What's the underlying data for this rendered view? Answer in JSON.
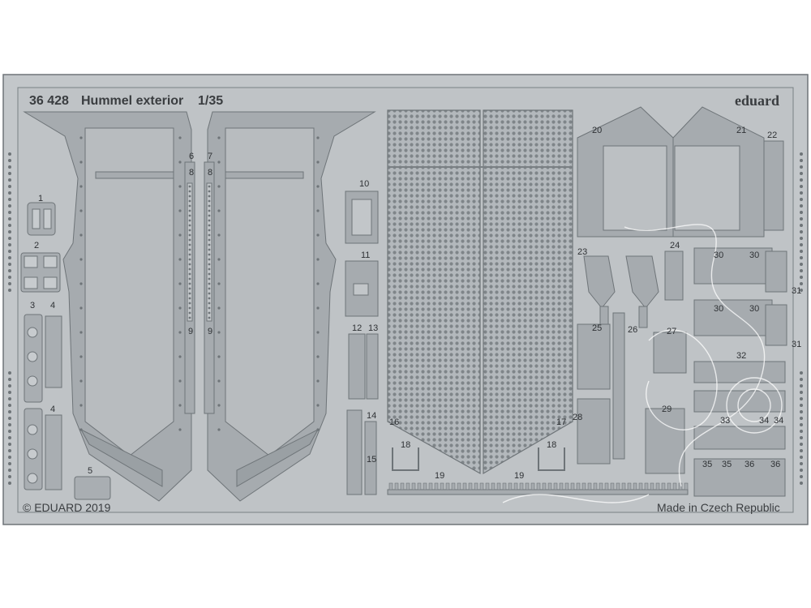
{
  "sheet": {
    "code": "36 428",
    "name": "Hummel exterior",
    "scale": "1/35",
    "brand": "eduard",
    "copyright": "© EDUARD 2019",
    "origin": "Made in Czech Republic"
  },
  "colors": {
    "fret": "#bfc3c6",
    "part": "#a6abaf",
    "outline": "#6e7478",
    "mesh": "#8f959a",
    "text": "#3a3d40"
  },
  "part_numbers": [
    "1",
    "2",
    "3",
    "4",
    "4",
    "5",
    "6",
    "7",
    "8",
    "8",
    "9",
    "9",
    "10",
    "11",
    "12",
    "13",
    "14",
    "15",
    "16",
    "17",
    "18",
    "18",
    "19",
    "19",
    "20",
    "21",
    "22",
    "23",
    "24",
    "25",
    "26",
    "27",
    "28",
    "29",
    "30",
    "30",
    "30",
    "30",
    "31",
    "31",
    "32",
    "33",
    "34",
    "34",
    "35",
    "35",
    "36",
    "36"
  ]
}
